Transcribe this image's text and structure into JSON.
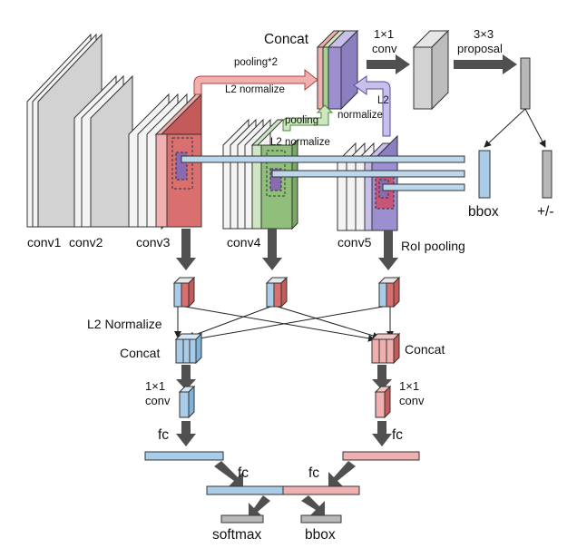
{
  "colors": {
    "layer_face": "#d2d2d2",
    "layer_side": "#f4f4f4",
    "red": "#d9706f",
    "red_light": "#f0b0b0",
    "green": "#8fbf7a",
    "green_light": "#cfe6c2",
    "blue": "#a9cde8",
    "purple": "#9b8fcf",
    "purple_light": "#c9c0ea",
    "arrow": "#505050"
  },
  "labels": {
    "conv1": "conv1",
    "conv2": "conv2",
    "conv3": "conv3",
    "conv4": "conv4",
    "conv5": "conv5",
    "concat_top": "Concat",
    "pooling2": "pooling*2",
    "l2_normalize_a": "L2 normalize",
    "pooling": "pooling",
    "l2_normalize_b": "L2 normalize",
    "l2_right_1": "L2",
    "l2_right_2": "normalize",
    "conv1x1_top_1": "1×1",
    "conv1x1_top_2": "conv",
    "proposal_1": "3×3",
    "proposal_2": "proposal",
    "bbox_right": "bbox",
    "plus_minus": "+/-",
    "roi_pooling": "RoI pooling",
    "l2_normalize_mid": "L2 Normalize",
    "concat_left": "Concat",
    "concat_right": "Concat",
    "conv1x1_left_1": "1×1",
    "conv1x1_left_2": "conv",
    "conv1x1_right_1": "1×1",
    "conv1x1_right_2": "conv",
    "fc_left": "fc",
    "fc_right": "fc",
    "fc_bottom_left": "fc",
    "fc_bottom_right": "fc",
    "softmax": "softmax",
    "bbox_bottom": "bbox"
  }
}
